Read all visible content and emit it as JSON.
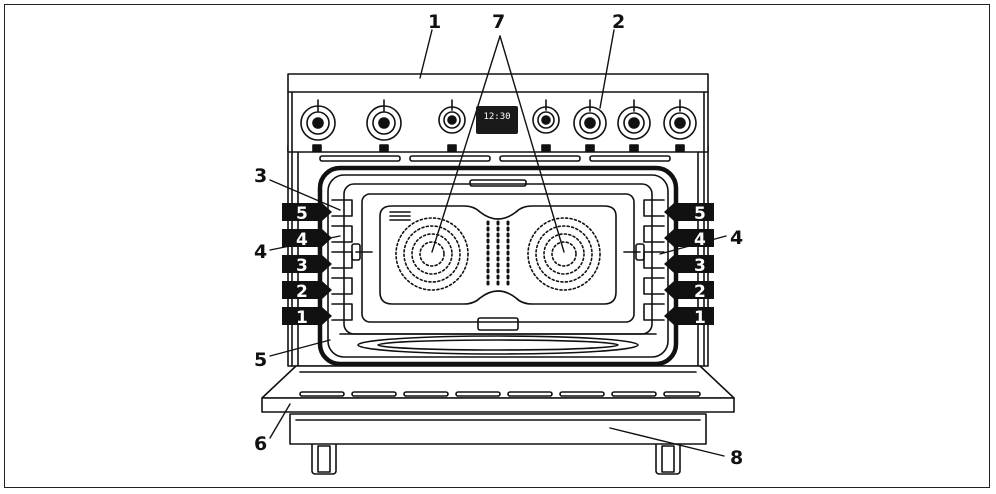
{
  "callouts": {
    "c1": "1",
    "c2": "2",
    "c3": "3",
    "c4_left": "4",
    "c4_right": "4",
    "c5": "5",
    "c6": "6",
    "c7": "7",
    "c8": "8"
  },
  "shelf_levels": {
    "left": [
      "5",
      "4",
      "3",
      "2",
      "1"
    ],
    "right": [
      "5",
      "4",
      "3",
      "2",
      "1"
    ]
  },
  "display": {
    "clock": "12:30"
  },
  "colors": {
    "line": "#111111",
    "shelf_tag": "#111111",
    "display_bg": "#1a1a1a"
  }
}
